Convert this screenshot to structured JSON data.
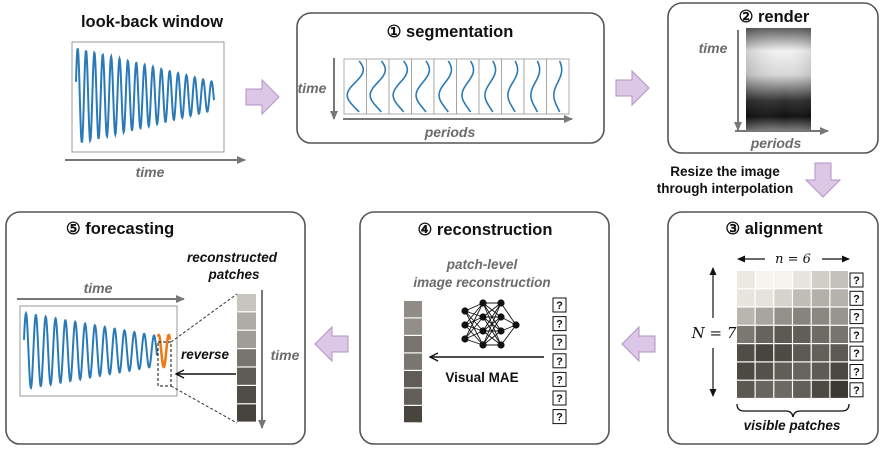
{
  "panels": {
    "lookback": {
      "title": "look-back window",
      "x_axis_label": "time"
    },
    "segmentation": {
      "title": "① segmentation",
      "y_axis_label": "time",
      "x_axis_label": "periods"
    },
    "render": {
      "title": "② render",
      "y_axis_label": "time",
      "x_axis_label": "periods"
    },
    "resize_note": {
      "line1": "Resize the image",
      "line2": "through interpolation"
    },
    "alignment": {
      "title": "③ alignment",
      "n_label": "n = 6",
      "N_label": "N = 7",
      "visible_label": "visible patches",
      "unknown_mark": "?"
    },
    "reconstruction": {
      "title": "④ reconstruction",
      "subtitle_line1": "patch-level",
      "subtitle_line2": "image reconstruction",
      "model_label": "Visual MAE",
      "unknown_mark": "?"
    },
    "forecasting": {
      "title": "⑤ forecasting",
      "patches_line1": "reconstructed",
      "patches_line2": "patches",
      "x_axis_label": "time",
      "y_axis_label": "time",
      "reverse_label": "reverse"
    }
  },
  "colors": {
    "signal": "#2a7ab8",
    "forecast": "#ee7a18",
    "arrow_fill": "#dcc8e6",
    "arrow_stroke": "#b292c7"
  }
}
